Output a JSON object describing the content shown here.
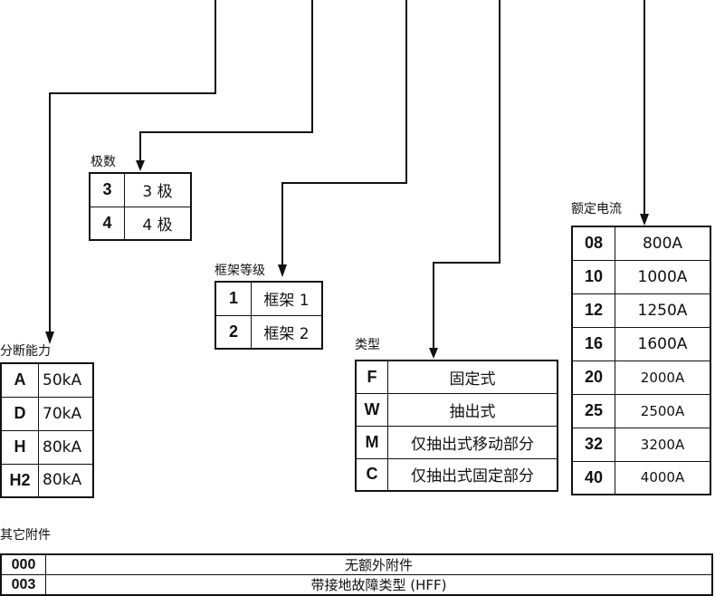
{
  "poles": {
    "label": "极数",
    "rows": [
      {
        "code": "3",
        "desc": "3 极"
      },
      {
        "code": "4",
        "desc": "4 极"
      }
    ]
  },
  "frame": {
    "label": "框架等级",
    "rows": [
      {
        "code": "1",
        "desc": "框架 1"
      },
      {
        "code": "2",
        "desc": "框架 2"
      }
    ]
  },
  "breaking": {
    "label": "分断能力",
    "rows": [
      {
        "code": "A",
        "desc": "50kA"
      },
      {
        "code": "D",
        "desc": "70kA"
      },
      {
        "code": "H",
        "desc": "80kA"
      },
      {
        "code": "H2",
        "desc": "80kA"
      }
    ]
  },
  "type": {
    "label": "类型",
    "rows": [
      {
        "code": "F",
        "desc": "固定式"
      },
      {
        "code": "W",
        "desc": "抽出式"
      },
      {
        "code": "M",
        "desc": "仅抽出式移动部分"
      },
      {
        "code": "C",
        "desc": "仅抽出式固定部分"
      }
    ]
  },
  "current": {
    "label": "额定电流",
    "rows": [
      {
        "code": "08",
        "desc": "800A"
      },
      {
        "code": "10",
        "desc": "1000A"
      },
      {
        "code": "12",
        "desc": "1250A"
      },
      {
        "code": "16",
        "desc": "1600A"
      },
      {
        "code": "20",
        "desc": "2000A"
      },
      {
        "code": "25",
        "desc": "2500A"
      },
      {
        "code": "32",
        "desc": "3200A"
      },
      {
        "code": "40",
        "desc": "4000A"
      }
    ]
  },
  "accessories": {
    "label": "其它附件",
    "rows": [
      {
        "code": "000",
        "desc": "无额外附件"
      },
      {
        "code": "003",
        "desc": "带接地故障类型 (HFF)"
      }
    ]
  },
  "colors": {
    "line": "#111111"
  }
}
